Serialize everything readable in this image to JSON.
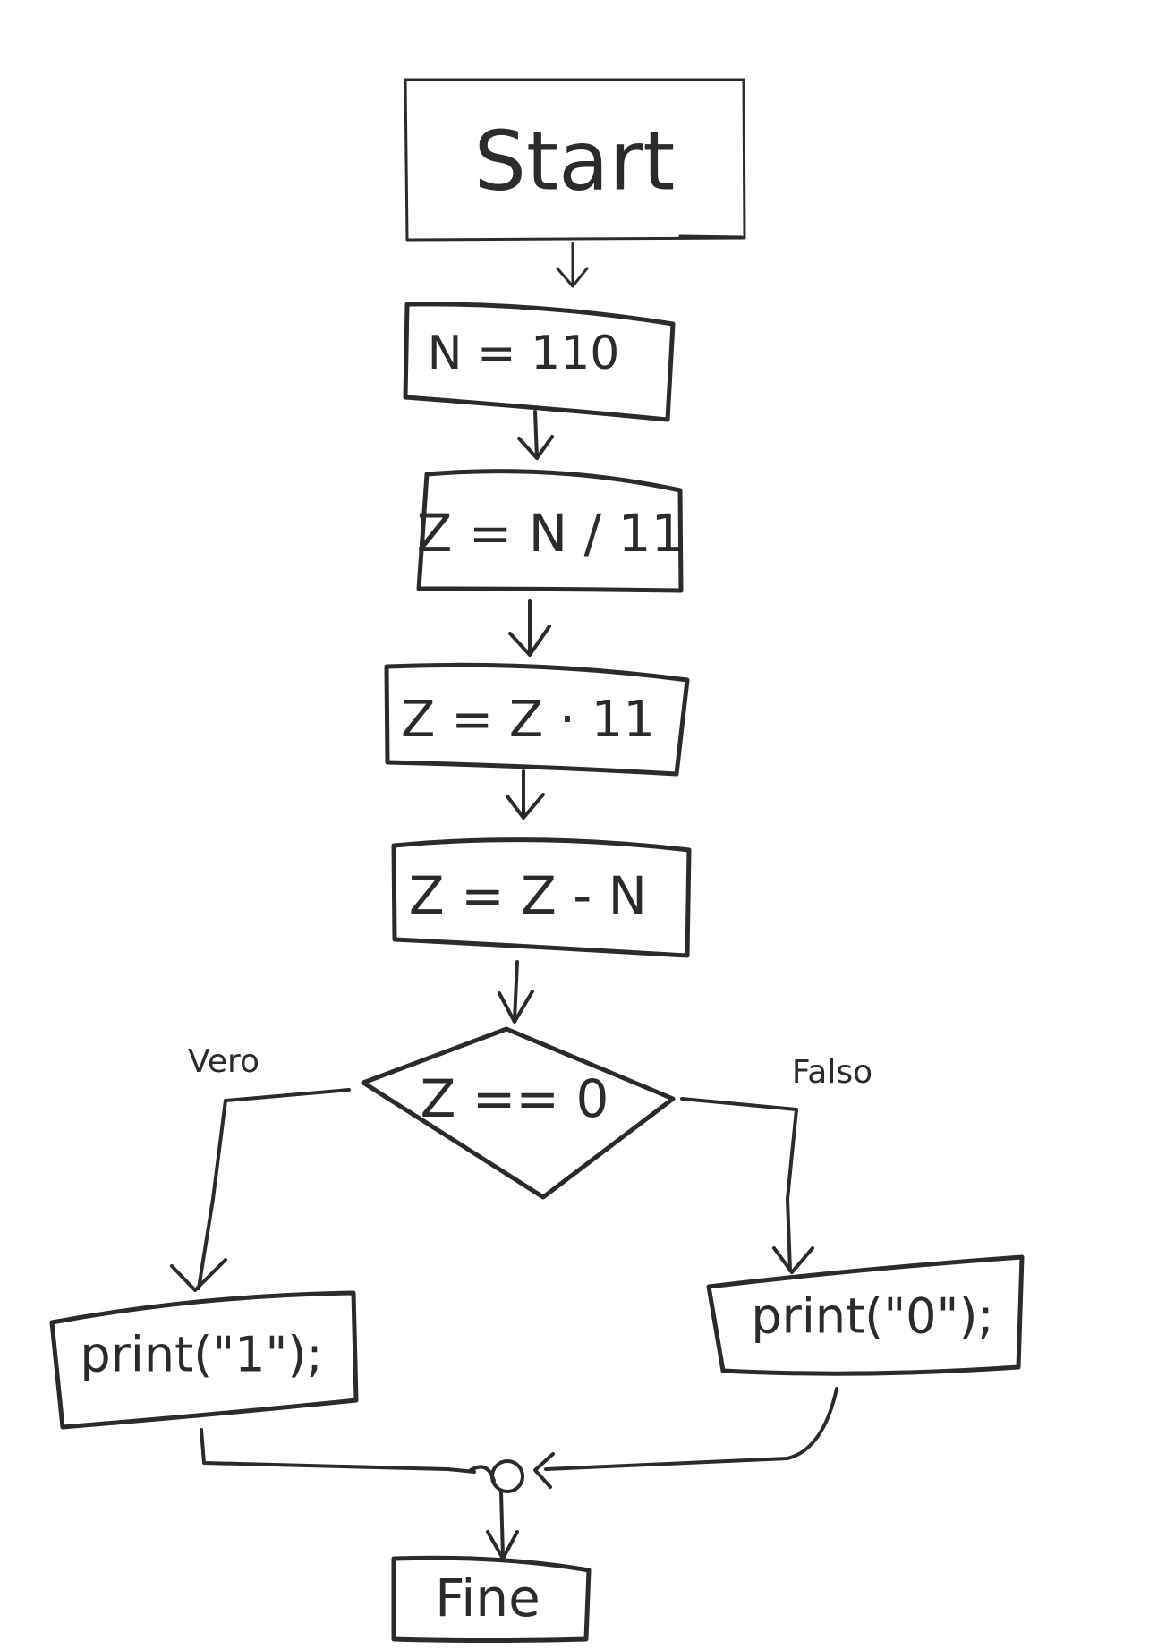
{
  "flowchart": {
    "start": "Start",
    "assign_n": "N = 110",
    "divide": "Z = N / 11",
    "multiply": "Z = Z · 11",
    "subtract": "Z = Z - N",
    "condition": "Z == 0",
    "true_label": "Vero",
    "false_label": "Falso",
    "print_true": "print(\"1\");",
    "print_false": "print(\"0\");",
    "end": "Fine"
  }
}
